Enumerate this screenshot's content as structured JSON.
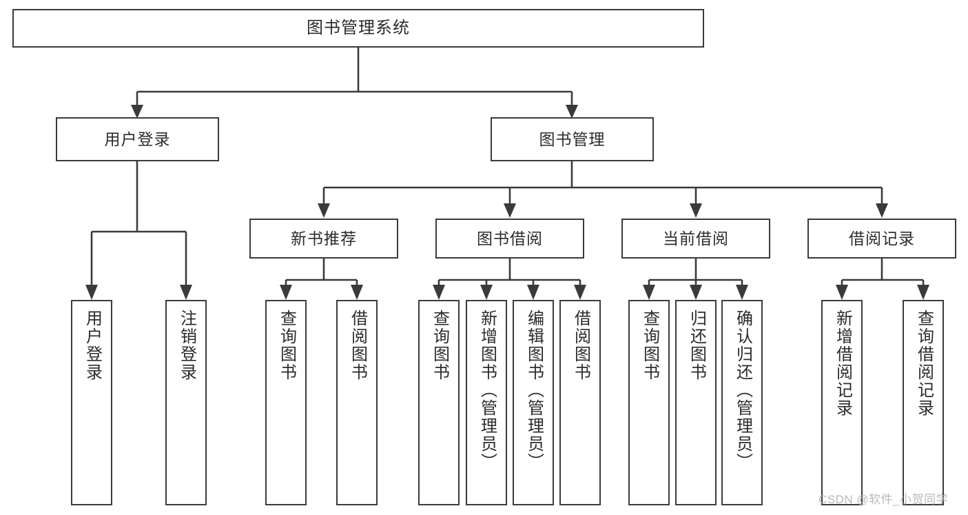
{
  "diagram": {
    "type": "tree-hierarchy-chart",
    "title": "图书管理系统",
    "orientation": "top-down",
    "colors": {
      "stroke": "#3a3a3a",
      "fill": "#ffffff",
      "text": "#2b2b2b",
      "watermark": "#b9b9b9"
    },
    "levels": 4
  },
  "root": {
    "label": "图书管理系统"
  },
  "level2": [
    {
      "label": "用户登录"
    },
    {
      "label": "图书管理"
    }
  ],
  "level3": [
    {
      "label": "新书推荐"
    },
    {
      "label": "图书借阅"
    },
    {
      "label": "当前借阅"
    },
    {
      "label": "借阅记录"
    }
  ],
  "leaves": {
    "user_login": [
      {
        "label": "用户登录"
      },
      {
        "label": "注销登录"
      }
    ],
    "new_book": [
      {
        "label": "查询图书"
      },
      {
        "label": "借阅图书"
      }
    ],
    "book_borrow": [
      {
        "label": "查询图书"
      },
      {
        "label": "新增图书（管理员）"
      },
      {
        "label": "编辑图书（管理员）"
      },
      {
        "label": "借阅图书"
      }
    ],
    "current_borrow": [
      {
        "label": "查询图书"
      },
      {
        "label": "归还图书"
      },
      {
        "label": "确认归还（管理员）"
      }
    ],
    "borrow_record": [
      {
        "label": "新增借阅记录"
      },
      {
        "label": "查询借阅记录"
      }
    ]
  },
  "watermark": {
    "text": "CSDN @软件_小贺同学"
  }
}
